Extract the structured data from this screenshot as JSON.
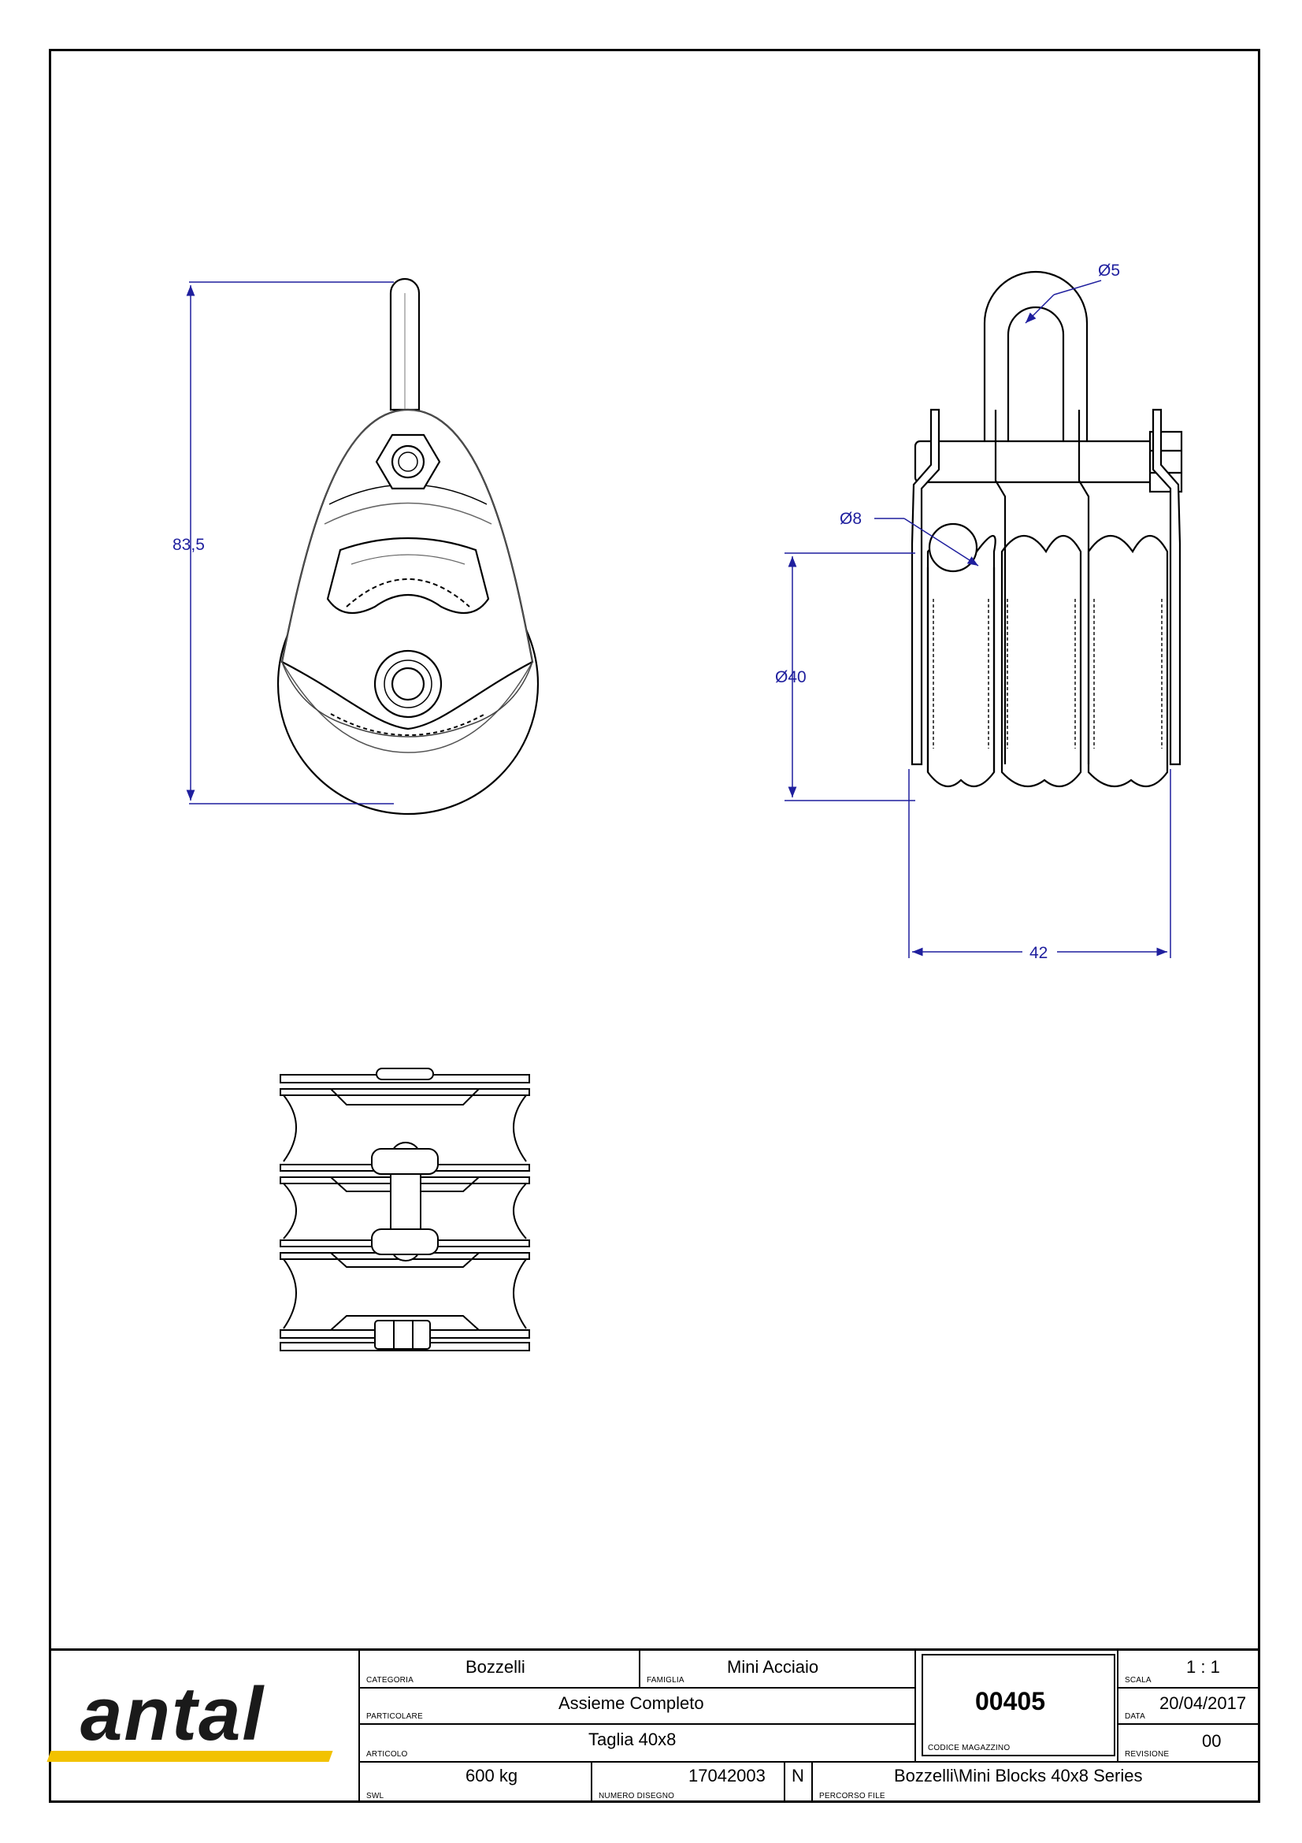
{
  "dimensions": {
    "height_total": "83,5",
    "diameter_shackle": "Ø5",
    "diameter_pin": "Ø8",
    "diameter_sheave": "Ø40",
    "width_total": "42"
  },
  "title_block": {
    "logo_text": "antal",
    "logo_accent_color": "#f2c200",
    "categoria_label": "CATEGORIA",
    "categoria_value": "Bozzelli",
    "famiglia_label": "FAMIGLIA",
    "famiglia_value": "Mini Acciaio",
    "particolare_label": "PARTICOLARE",
    "particolare_value": "Assieme Completo",
    "articolo_label": "ARTICOLO",
    "articolo_value": "Taglia 40x8",
    "swl_label": "SWL",
    "swl_value": "600 kg",
    "numero_disegno_label": "NUMERO DISEGNO",
    "numero_disegno_value": "17042003",
    "numero_suffix": "N",
    "percorso_label": "PERCORSO FILE",
    "percorso_value": "Bozzelli\\Mini Blocks 40x8 Series",
    "codice_label": "CODICE MAGAZZINO",
    "codice_value": "00405",
    "scala_label": "SCALA",
    "scala_value": "1 : 1",
    "data_label": "DATA",
    "data_value": "20/04/2017",
    "revisione_label": "REVISIONE",
    "revisione_value": "00"
  },
  "colors": {
    "dimension_lines": "#1f1f9e",
    "linework": "#000000"
  }
}
